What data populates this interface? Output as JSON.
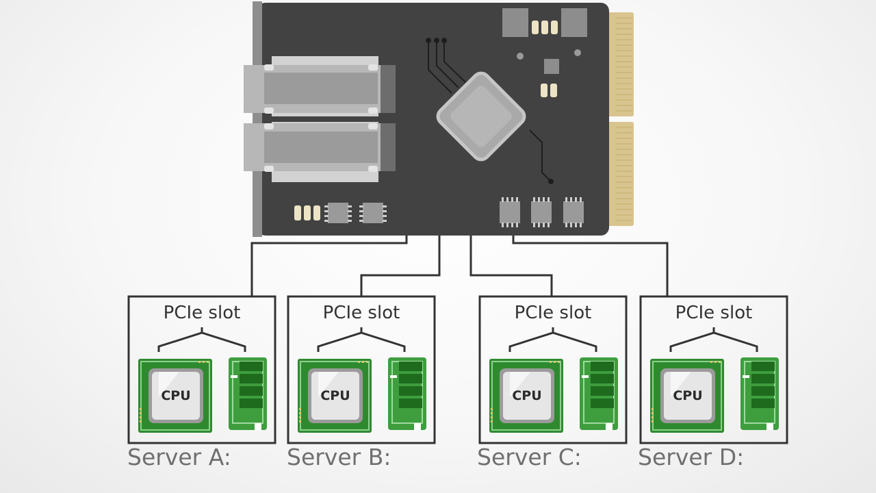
{
  "colors": {
    "board": "#424242",
    "board_edge": "#8e8e8e",
    "gold": "#d8c48e",
    "chip": "#a9a9a9",
    "cpu_pcb": "#2f8a2f",
    "line": "#333333"
  },
  "servers": [
    {
      "slot_label": "PCIe slot",
      "cpu_label": "CPU",
      "name": "Server A:"
    },
    {
      "slot_label": "PCIe slot",
      "cpu_label": "CPU",
      "name": "Server B:"
    },
    {
      "slot_label": "PCIe slot",
      "cpu_label": "CPU",
      "name": "Server C:"
    },
    {
      "slot_label": "PCIe slot",
      "cpu_label": "CPU",
      "name": "Server D:"
    }
  ]
}
